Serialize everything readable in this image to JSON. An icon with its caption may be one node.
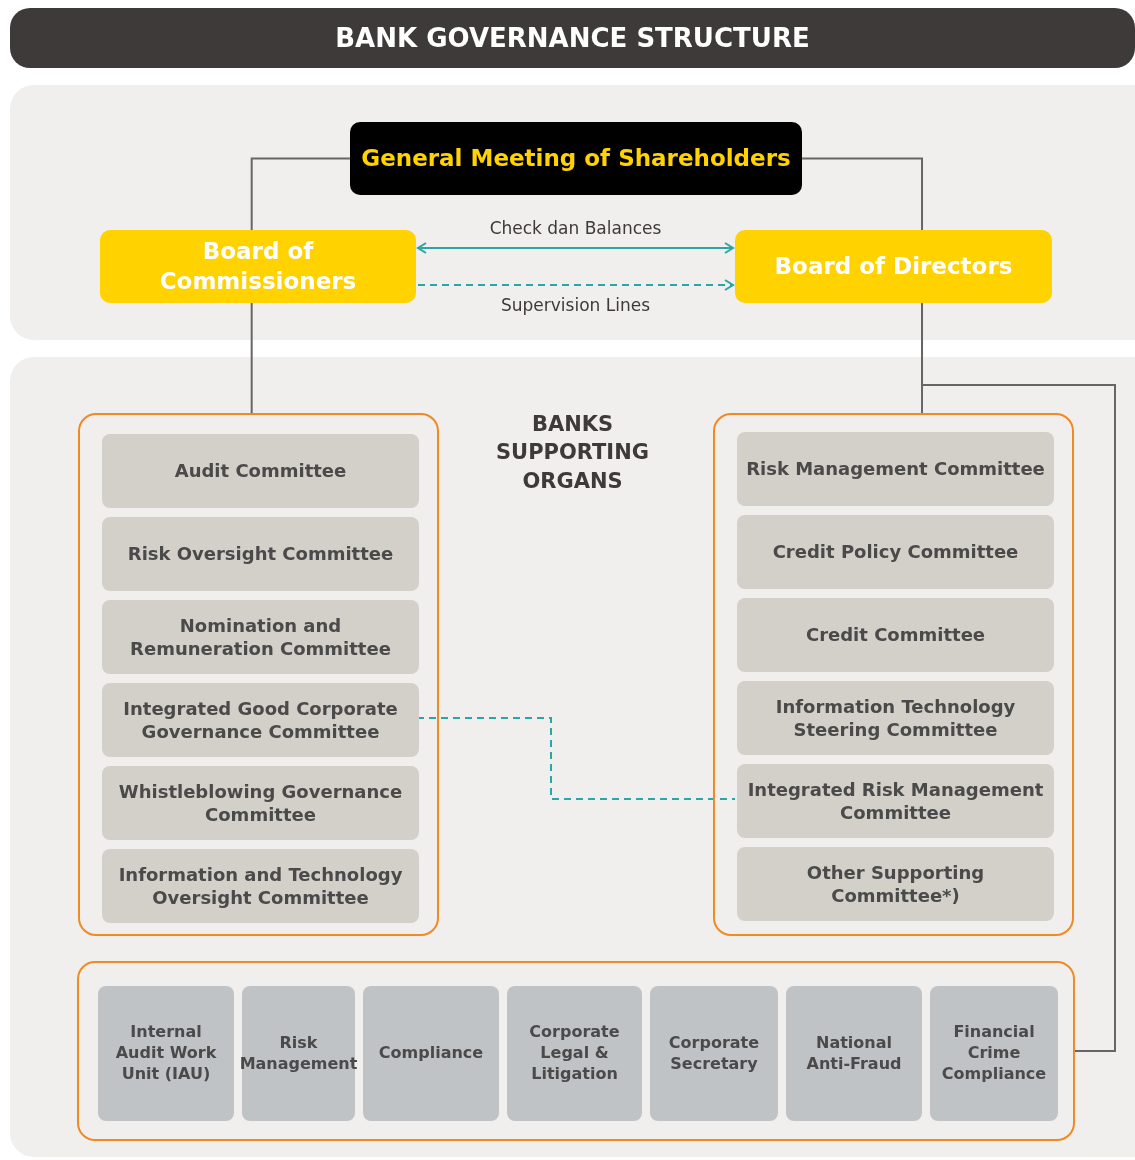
{
  "diagram": {
    "title": "BANK GOVERNANCE STRUCTURE",
    "nodes": [
      {
        "text": [
          "General Meeting of Shareholders"
        ]
      },
      {
        "text": [
          "Board of Commissioners"
        ]
      },
      {
        "text": [
          "Board of Directors"
        ]
      },
      {
        "text": [],
        "shape": "box"
      },
      {
        "text": [
          "Audit Committee"
        ],
        "in": 3
      },
      {
        "text": [
          "Risk Oversight Committee"
        ],
        "in": 3
      },
      {
        "text": [
          "Nomination and Remuneration Committee"
        ],
        "in": 3
      },
      {
        "text": [
          "Integrated Good Corporate Governance Committee"
        ],
        "in": 3
      },
      {
        "text": [
          "Whistleblowing Governance Committee"
        ],
        "in": 3
      },
      {
        "text": [
          "Information and Technology Oversight Committee"
        ],
        "in": 3
      },
      {
        "text": [],
        "shape": "box"
      },
      {
        "text": [
          "Risk Management Committee"
        ],
        "in": 10
      },
      {
        "text": [
          "Credit Policy Committee"
        ],
        "in": 10
      },
      {
        "text": [
          "Credit Committee"
        ],
        "in": 10
      },
      {
        "text": [
          "Information Technology Steering Committee"
        ],
        "in": 10
      },
      {
        "text": [
          "Integrated Risk Management Committee"
        ],
        "in": 10
      },
      {
        "text": [
          "Other Supporting Committee*)"
        ],
        "in": 10
      },
      {
        "text": [],
        "shape": "box"
      },
      {
        "text": [
          "Internal Audit Work Unit (IAU)"
        ],
        "in": 17
      },
      {
        "text": [
          "Risk Management"
        ],
        "in": 17
      },
      {
        "text": [
          "Compliance"
        ],
        "in": 17
      },
      {
        "text": [
          "Corporate Legal & Litigation"
        ],
        "in": 17
      },
      {
        "text": [
          "Corporate Secretary"
        ],
        "in": 17
      },
      {
        "text": [
          "National Anti-Fraud"
        ],
        "in": 17
      },
      {
        "text": [
          "Financial Crime Compliance"
        ],
        "in": 17
      }
    ],
    "edges": [
      {
        "from": 0,
        "to": 1,
        "arrow": "none"
      },
      {
        "from": 0,
        "to": 2,
        "arrow": "none"
      },
      {
        "from": 1,
        "to": 2,
        "arrow": "both",
        "label": "Check dan Balances",
        "color": "#2aa6a6"
      },
      {
        "from": 1,
        "to": 2,
        "arrow": "to",
        "label": "Supervision Lines",
        "style": "dashed",
        "color": "#2aa6a6"
      },
      {
        "from": 1,
        "to": 3,
        "arrow": "none"
      },
      {
        "from": 2,
        "to": 10,
        "arrow": "none"
      },
      {
        "from": 2,
        "to": 17,
        "arrow": "none"
      },
      {
        "from": 7,
        "to": 15,
        "arrow": "none",
        "style": "dashed",
        "color": "#2aa6a6"
      }
    ],
    "labels": [
      "BANKS SUPPORTING ORGANS"
    ]
  }
}
